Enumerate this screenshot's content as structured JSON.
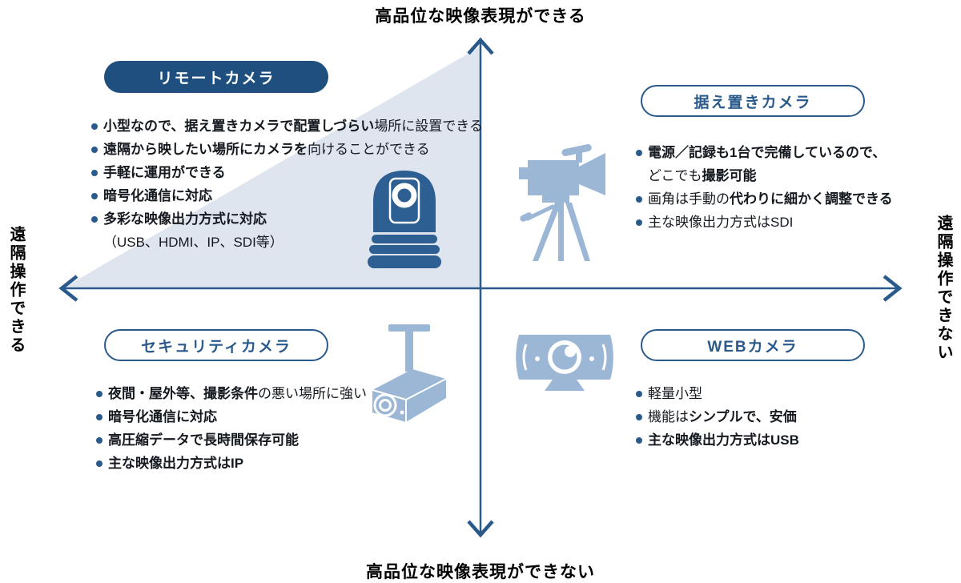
{
  "colors": {
    "accent": "#2a5a8c",
    "accent_dark": "#1e4f7e",
    "icon_dark": "#2d5f92",
    "icon_light": "#9cb7d5",
    "triangle": "#dfe5ef",
    "text": "#14181f"
  },
  "axes": {
    "top": "高品位な映像表現ができる",
    "bottom": "高品位な映像表現ができない",
    "left": "遠隔操作できる",
    "right": "遠隔操作できない"
  },
  "quadrants": [
    {
      "id": "remote-camera",
      "label": "リモートカメラ",
      "icon": "ptz-camera-icon",
      "items": [
        {
          "segments": [
            {
              "text": "小型なので、据え置きカメラで配置しづらい",
              "bold": true
            },
            {
              "text": "場所に設置できる"
            }
          ]
        },
        {
          "segments": [
            {
              "text": "遠隔から映したい場所にカメラを",
              "bold": true
            },
            {
              "text": "向けることができる"
            }
          ]
        },
        {
          "segments": [
            {
              "text": "手軽に運用ができる",
              "bold": true
            }
          ]
        },
        {
          "segments": [
            {
              "text": "暗号化通信に対応",
              "bold": true
            }
          ]
        },
        {
          "segments": [
            {
              "text": "多彩な映像出力方式に対応",
              "bold": true
            }
          ]
        },
        {
          "continuation": true,
          "segments": [
            {
              "text": "（USB、HDMI、IP、SDI等）"
            }
          ]
        }
      ]
    },
    {
      "id": "fixed-camera",
      "label": "据え置きカメラ",
      "icon": "tripod-camera-icon",
      "items": [
        {
          "segments": [
            {
              "text": "電源／記録も1台で完備しているので、",
              "bold": true
            }
          ]
        },
        {
          "continuation": true,
          "segments": [
            {
              "text": "どこでも"
            },
            {
              "text": "撮影可能",
              "bold": true
            }
          ]
        },
        {
          "segments": [
            {
              "text": "画角は手動の"
            },
            {
              "text": "代わりに細かく調整できる",
              "bold": true
            }
          ]
        },
        {
          "segments": [
            {
              "text": "主な映像出力方式はSDI"
            }
          ]
        }
      ]
    },
    {
      "id": "security-camera",
      "label": "セキュリティカメラ",
      "icon": "security-camera-icon",
      "items": [
        {
          "segments": [
            {
              "text": "夜間・屋外等、撮影条件",
              "bold": true
            },
            {
              "text": "の悪い場所に強い"
            }
          ]
        },
        {
          "segments": [
            {
              "text": "暗号化通信に対応",
              "bold": true
            }
          ]
        },
        {
          "segments": [
            {
              "text": "高圧縮データで長時間保存可能",
              "bold": true
            }
          ]
        },
        {
          "segments": [
            {
              "text": "主な映像出力方式はIP",
              "bold": true
            }
          ]
        }
      ]
    },
    {
      "id": "web-camera",
      "label": "WEBカメラ",
      "icon": "webcam-icon",
      "items": [
        {
          "segments": [
            {
              "text": "軽量小型"
            }
          ]
        },
        {
          "segments": [
            {
              "text": "機能は"
            },
            {
              "text": "シンプルで、安価",
              "bold": true
            }
          ]
        },
        {
          "segments": [
            {
              "text": "主な映像出力方式はUSB",
              "bold": true
            }
          ]
        }
      ]
    }
  ]
}
